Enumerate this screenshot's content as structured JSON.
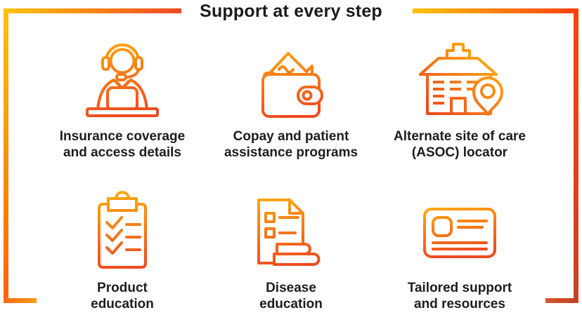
{
  "title": "Support at every step",
  "items": [
    {
      "name": "insurance-coverage",
      "icon": "support-agent-icon",
      "line1": "Insurance coverage",
      "line2": "and access details"
    },
    {
      "name": "copay-assistance",
      "icon": "wallet-icon",
      "line1": "Copay and patient",
      "line2": "assistance programs"
    },
    {
      "name": "asoc-locator",
      "icon": "hospital-location-pin-icon",
      "line1": "Alternate site of care",
      "line2": "(ASOC) locator"
    },
    {
      "name": "product-education",
      "icon": "clipboard-checklist-icon",
      "line1": "Product",
      "line2": "education"
    },
    {
      "name": "disease-education",
      "icon": "document-books-icon",
      "line1": "Disease",
      "line2": "education"
    },
    {
      "name": "tailored-support",
      "icon": "id-card-icon",
      "line1": "Tailored support",
      "line2": "and resources"
    }
  ],
  "colors": {
    "text": "#1d1d1d",
    "frame_gold": "#ffc30e",
    "frame_orange": "#ff5f04",
    "frame_red_orange": "#ef4923",
    "frame_brick": "#c64227",
    "icon_gradient_top": "#ffad0d",
    "icon_gradient_bottom": "#ef4a1f"
  }
}
